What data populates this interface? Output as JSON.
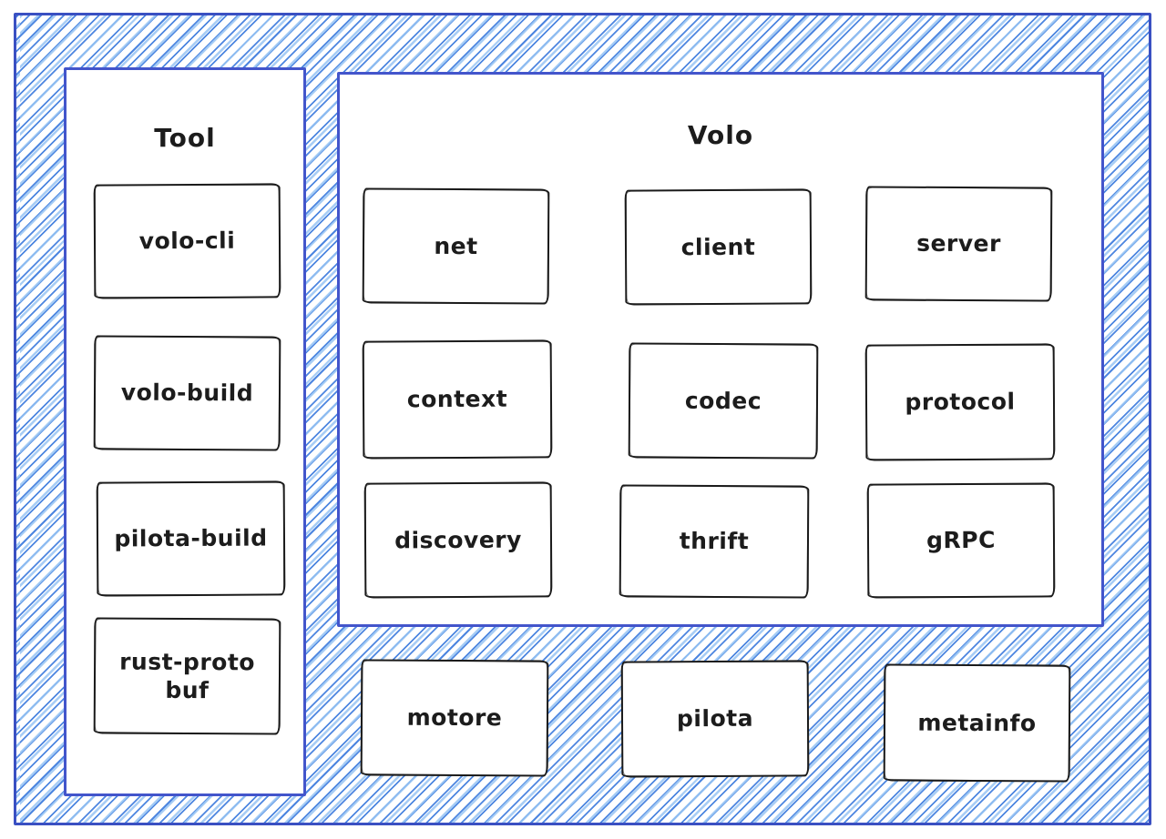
{
  "diagram": {
    "tool_panel": {
      "title": "Tool",
      "items": [
        {
          "label": "volo-cli"
        },
        {
          "label": "volo-build"
        },
        {
          "label": "pilota-build"
        },
        {
          "label": "rust-protobuf"
        }
      ]
    },
    "volo_panel": {
      "title": "Volo",
      "items": [
        {
          "label": "net"
        },
        {
          "label": "client"
        },
        {
          "label": "server"
        },
        {
          "label": "context"
        },
        {
          "label": "codec"
        },
        {
          "label": "protocol"
        },
        {
          "label": "discovery"
        },
        {
          "label": "thrift"
        },
        {
          "label": "gRPC"
        }
      ]
    },
    "bottom_row": {
      "items": [
        {
          "label": "motore"
        },
        {
          "label": "pilota"
        },
        {
          "label": "metainfo"
        }
      ]
    },
    "colors": {
      "frame_border": "#3a50c2",
      "panel_border": "#4355cb",
      "hatch_line": "#4d86e0",
      "hatch_line_light": "#96c3f3",
      "node_border": "#1b1b1b",
      "text": "#1c1c1c",
      "background": "#ffffff"
    }
  }
}
